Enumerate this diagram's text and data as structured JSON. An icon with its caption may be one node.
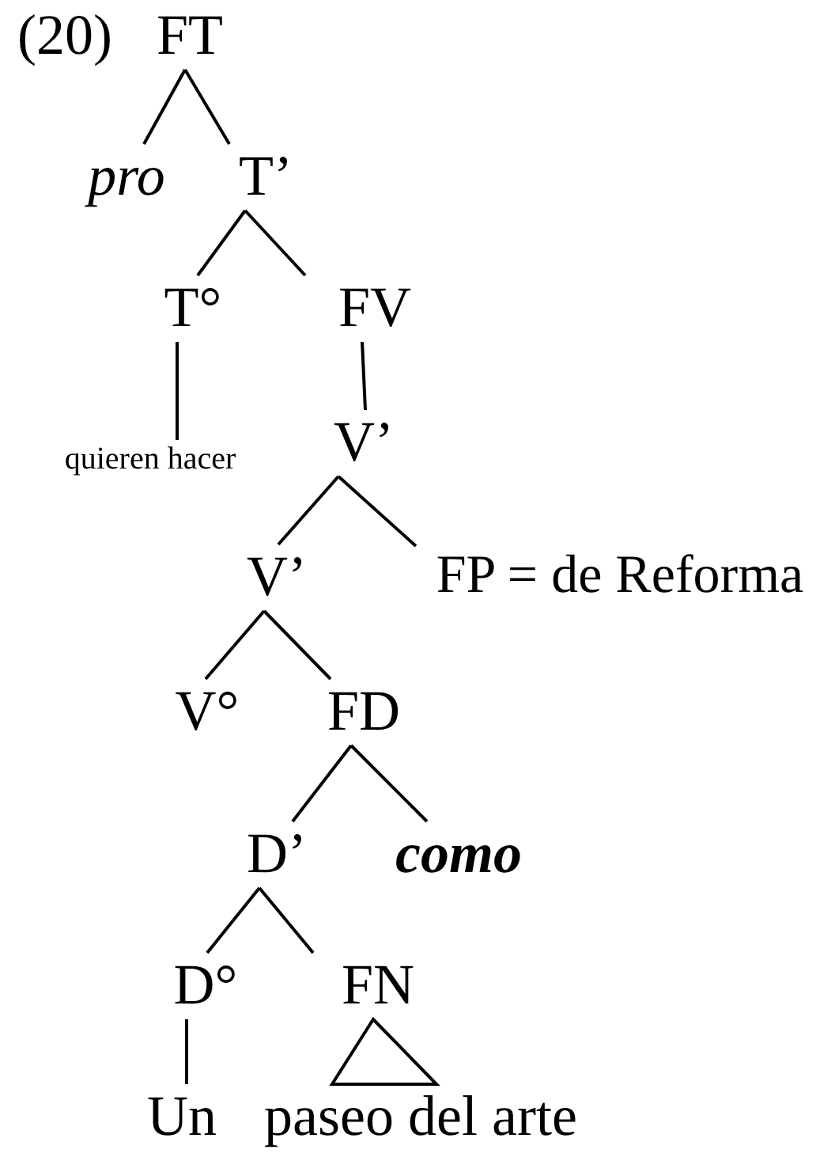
{
  "diagram": {
    "nodes": [
      {
        "text": [
          "FT"
        ]
      },
      {
        "text": [
          "pro"
        ]
      },
      {
        "text": [
          "T’"
        ]
      },
      {
        "text": [
          "T°"
        ]
      },
      {
        "text": [
          "FV"
        ]
      },
      {
        "text": [
          "quieren hacer"
        ]
      },
      {
        "text": [
          "V’"
        ]
      },
      {
        "text": [
          "V’"
        ]
      },
      {
        "text": [
          "FP = de Reforma"
        ]
      },
      {
        "text": [
          "V°"
        ]
      },
      {
        "text": [
          "FD"
        ]
      },
      {
        "text": [
          "D’"
        ]
      },
      {
        "text": [
          "como"
        ]
      },
      {
        "text": [
          "D°"
        ]
      },
      {
        "text": [
          "FN"
        ]
      },
      {
        "text": [
          "Un"
        ]
      },
      {
        "text": [
          "paseo del arte"
        ]
      }
    ],
    "edges": [
      {
        "from": 0,
        "to": 1,
        "arrow": "none"
      },
      {
        "from": 0,
        "to": 2,
        "arrow": "none"
      },
      {
        "from": 2,
        "to": 3,
        "arrow": "none"
      },
      {
        "from": 2,
        "to": 4,
        "arrow": "none"
      },
      {
        "from": 3,
        "to": 5,
        "arrow": "none"
      },
      {
        "from": 4,
        "to": 6,
        "arrow": "none"
      },
      {
        "from": 6,
        "to": 7,
        "arrow": "none"
      },
      {
        "from": 6,
        "to": 8,
        "arrow": "none"
      },
      {
        "from": 7,
        "to": 9,
        "arrow": "none"
      },
      {
        "from": 7,
        "to": 10,
        "arrow": "none"
      },
      {
        "from": 10,
        "to": 11,
        "arrow": "none"
      },
      {
        "from": 10,
        "to": 12,
        "arrow": "none"
      },
      {
        "from": 11,
        "to": 13,
        "arrow": "none"
      },
      {
        "from": 11,
        "to": 14,
        "arrow": "none"
      },
      {
        "from": 13,
        "to": 15,
        "arrow": "none"
      },
      {
        "from": 14,
        "to": 16,
        "arrow": "none"
      }
    ],
    "labels": [
      "(20)"
    ]
  }
}
